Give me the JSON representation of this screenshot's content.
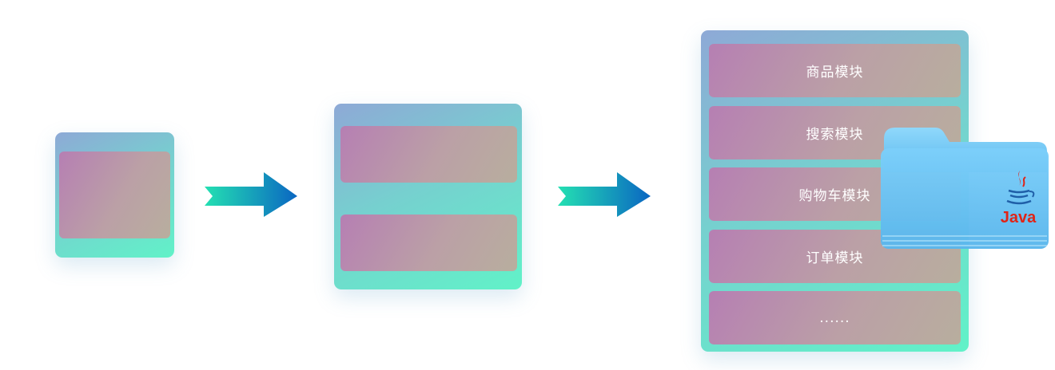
{
  "stage1": {
    "blocks": [
      ""
    ]
  },
  "stage2": {
    "blocks": [
      "",
      ""
    ]
  },
  "stage3": {
    "modules": [
      "商品模块",
      "搜索模块",
      "购物车模块",
      "订单模块",
      "......"
    ]
  },
  "java_folder": {
    "label": "Java",
    "icon": "java-coffee-cup-icon"
  },
  "colors": {
    "card_top": "#8ea9d6",
    "card_bottom": "#61f2c8",
    "block_left": "#b67fb3",
    "block_right": "#b8ae9e",
    "arrow_start": "#24e0b2",
    "arrow_end": "#0a66c2",
    "folder_blue": "#6fc8f6",
    "java_red": "#e02417"
  }
}
